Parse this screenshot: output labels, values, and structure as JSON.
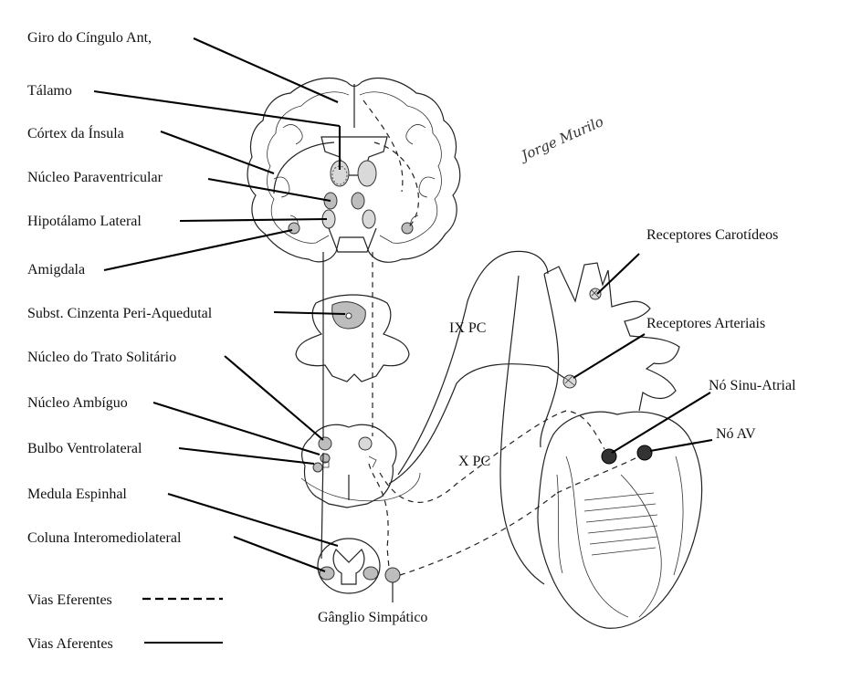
{
  "labels_left": [
    "Giro do Cíngulo Ant,",
    "Tálamo",
    "Córtex da Ínsula",
    "Núcleo Paraventricular",
    "Hipotálamo Lateral",
    "Amigdala",
    "Subst. Cinzenta Peri-Aquedutal",
    "Núcleo do Trato Solitário",
    "Núcleo Ambíguo",
    "Bulbo Ventrolateral",
    "Medula Espinhal",
    "Coluna Interomediolateral"
  ],
  "labels_right": [
    "Receptores Carotídeos",
    "Receptores Arteriais",
    "Nó Sinu-Atrial",
    "Nó AV"
  ],
  "nerve_labels": {
    "glossopharyngeal": "IX PC",
    "vagus": "X PC"
  },
  "ganglion_label": "Gânglio Simpático",
  "legend": {
    "efferent": "Vias Eferentes",
    "afferent": "Vias Aferentes"
  },
  "signature": "Jorge Murilo"
}
